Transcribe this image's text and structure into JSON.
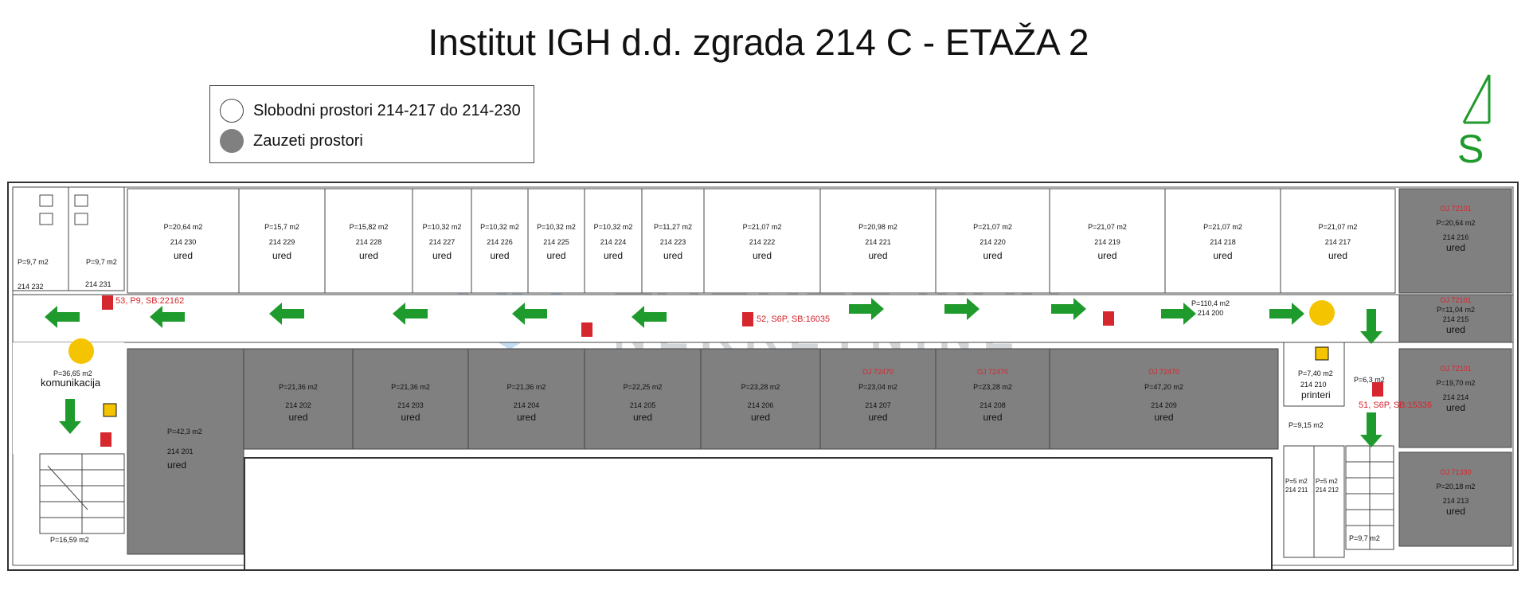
{
  "title": "Institut IGH d.d. zgrada 214 C - ETAŽA 2",
  "legend": [
    {
      "label": "Slobodni prostori 214-217 do 214-230",
      "color": "#ffffff"
    },
    {
      "label": "Zauzeti prostori",
      "color": "#808080"
    }
  ],
  "north_label": "S",
  "watermark": {
    "line1": "ZAGREB MAX",
    "line2": "NEKRETNINE"
  },
  "colors": {
    "occupied": "#808080",
    "free": "#ffffff",
    "arrow": "#1f9a2c",
    "fire": "#d6262e",
    "marker": "#f5c400",
    "red_text": "#d6262e"
  },
  "rooms_top": [
    {
      "area": "P=20,64 m2",
      "num": "214 230",
      "use": "ured"
    },
    {
      "area": "P=15,7 m2",
      "num": "214 229",
      "use": "ured"
    },
    {
      "area": "P=15,82 m2",
      "num": "214 228",
      "use": "ured"
    },
    {
      "area": "P=10,32 m2",
      "num": "214 227",
      "use": "ured"
    },
    {
      "area": "P=10,32 m2",
      "num": "214 226",
      "use": "ured"
    },
    {
      "area": "P=10,32 m2",
      "num": "214 225",
      "use": "ured"
    },
    {
      "area": "P=10,32 m2",
      "num": "214 224",
      "use": "ured"
    },
    {
      "area": "P=11,27 m2",
      "num": "214 223",
      "use": "ured"
    },
    {
      "area": "P=21,07 m2",
      "num": "214 222",
      "use": "ured"
    },
    {
      "area": "P=20,98 m2",
      "num": "214 221",
      "use": "ured"
    },
    {
      "area": "P=21,07 m2",
      "num": "214 220",
      "use": "ured"
    },
    {
      "area": "P=21,07 m2",
      "num": "214 219",
      "use": "ured"
    },
    {
      "area": "P=21,07 m2",
      "num": "214 218",
      "use": "ured"
    },
    {
      "area": "P=21,07 m2",
      "num": "214 217",
      "use": "ured"
    }
  ],
  "rooms_bottom": [
    {
      "area": "P=21,36 m2",
      "num": "214 202",
      "use": "ured",
      "oj": ""
    },
    {
      "area": "P=21,36 m2",
      "num": "214 203",
      "use": "ured",
      "oj": ""
    },
    {
      "area": "P=21,36 m2",
      "num": "214 204",
      "use": "ured",
      "oj": ""
    },
    {
      "area": "P=22,25 m2",
      "num": "214 205",
      "use": "ured",
      "oj": ""
    },
    {
      "area": "P=23,28 m2",
      "num": "214 206",
      "use": "ured",
      "oj": ""
    },
    {
      "area": "P=23,04 m2",
      "num": "214 207",
      "use": "ured",
      "oj": "OJ 72470"
    },
    {
      "area": "P=23,28 m2",
      "num": "214 208",
      "use": "ured",
      "oj": "OJ 72470"
    },
    {
      "area": "P=47,20 m2",
      "num": "214 209",
      "use": "ured",
      "oj": "OJ 72470"
    }
  ],
  "rooms_right": [
    {
      "area": "P=20,64 m2",
      "num": "214 216",
      "use": "ured",
      "oj": "OJ 72101"
    },
    {
      "area": "P=11,04 m2",
      "num": "214 215",
      "use": "ured",
      "oj": "OJ 72101"
    },
    {
      "area": "P=19,70 m2",
      "num": "214 214",
      "use": "ured",
      "oj": "OJ 72101"
    },
    {
      "area": "P=20,18 m2",
      "num": "214 213",
      "use": "ured",
      "oj": "OJ 71330"
    }
  ],
  "room_201": {
    "area": "P=42,3 m2",
    "num": "214 201",
    "use": "ured"
  },
  "corridor": {
    "area": "P=110,4 m2",
    "num": "214 200"
  },
  "komunikacija": {
    "area": "P=36,65 m2",
    "label": "komunikacija"
  },
  "printeri": {
    "area": "P=7,40 m2",
    "num": "214 210",
    "label": "printeri"
  },
  "small_areas": {
    "wc_left": "P=9,7 m2",
    "wc_right": "P=9,7 m2",
    "num_231": "214 231",
    "num_232": "214 232",
    "stairs_left": "P=16,59 m2",
    "stairs_right": "P=9,7 m2",
    "hall_right": "P=9,15 m2",
    "lobby_right": "P=6,3 m2",
    "wc_a_area": "P=5 m2",
    "wc_a_num": "214 211",
    "wc_b_area": "P=5 m2",
    "wc_b_num": "214 212"
  },
  "hydrants": [
    "53, P9, SB:22162",
    "52, S6P, SB:16035",
    "51, S6P, SB:15336"
  ]
}
